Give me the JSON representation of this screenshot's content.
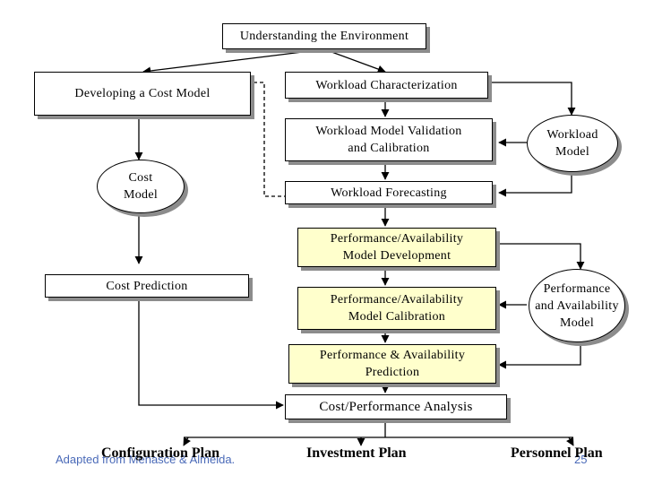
{
  "nodes": {
    "understanding": "Understanding the Environment",
    "cost_model_dev": "Developing a Cost Model",
    "workload_char": "Workload Characterization",
    "workload_validation": "Workload Model Validation\nand Calibration",
    "workload_forecasting": "Workload Forecasting",
    "workload_model": "Workload\nModel",
    "cost_model": "Cost\nModel",
    "perf_dev": "Performance/Availability\nModel Development",
    "cost_prediction": "Cost Prediction",
    "perf_calibration": "Performance/Availability\nModel Calibration",
    "perf_model": "Performance\nand Availability\nModel",
    "perf_prediction": "Performance & Availability\nPrediction",
    "analysis": "Cost/Performance Analysis"
  },
  "plans": {
    "configuration": "Configuration Plan",
    "investment": "Investment Plan",
    "personnel": "Personnel Plan"
  },
  "footer": {
    "credit": "Adapted from Menascé & Almeida.",
    "page": "25"
  },
  "colors": {
    "box_fill": "#ffffff",
    "highlight_fill": "#ffffcc",
    "shadow": "#8c8c8c",
    "footer_text": "#4a6ab8"
  }
}
